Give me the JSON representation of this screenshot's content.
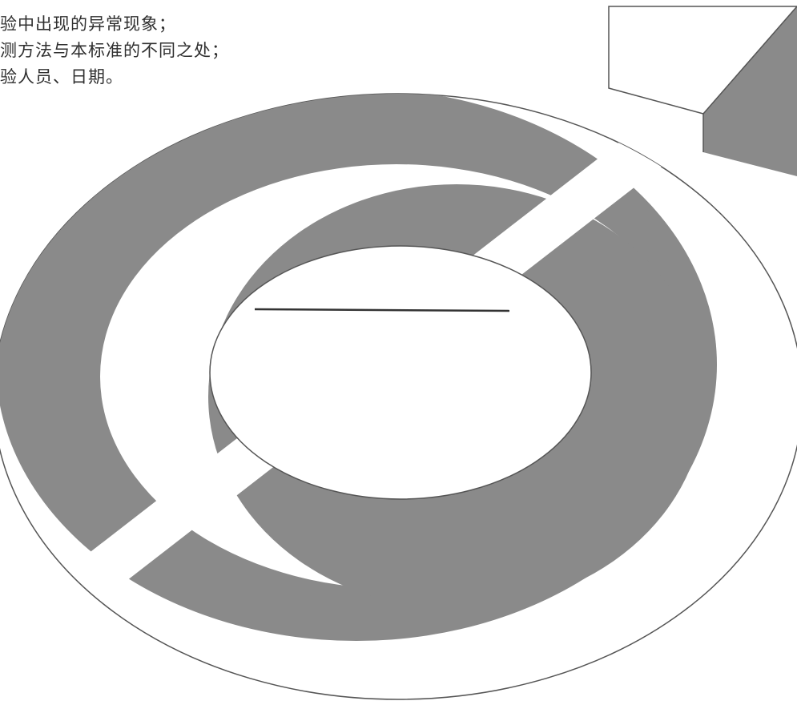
{
  "text_lines": [
    "验中出现的异常现象；",
    "测方法与本标准的不同之处；",
    "验人员、日期。"
  ],
  "colors": {
    "background": "#ffffff",
    "band_fill": "#8a8a8a",
    "outline": "#555555",
    "text": "#2f2f2f"
  }
}
